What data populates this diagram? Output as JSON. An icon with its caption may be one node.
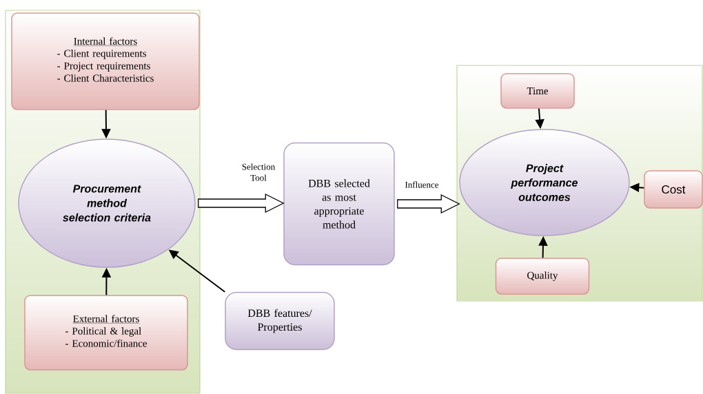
{
  "diagram": {
    "nodes": [
      {
        "text": [],
        "shape": "box"
      },
      {
        "text": [
          "Internal factors",
          "- Client requirements",
          "- Project requirements",
          "- Client Characteristics"
        ],
        "in": 0
      },
      {
        "text": [
          "Procurement method selection criteria"
        ],
        "in": 0
      },
      {
        "text": [
          "External factors",
          "- Political & legal",
          "- Economic/finance"
        ],
        "in": 0
      },
      {
        "text": [
          "DBB features/ Properties"
        ]
      },
      {
        "text": [
          "DBB selected as most appropriate method"
        ]
      },
      {
        "text": [],
        "shape": "box"
      },
      {
        "text": [
          "Project performance outcomes"
        ],
        "in": 6
      },
      {
        "text": [
          "Time"
        ],
        "in": 6
      },
      {
        "text": [
          "Cost"
        ],
        "in": 6
      },
      {
        "text": [
          "Quality"
        ],
        "in": 6
      }
    ],
    "edges": [
      {
        "from": 1,
        "to": 2,
        "arrow": "to"
      },
      {
        "from": 3,
        "to": 2,
        "arrow": "to"
      },
      {
        "from": 4,
        "to": 2,
        "arrow": "to"
      },
      {
        "from": 2,
        "to": 5,
        "arrow": "to",
        "label": "Selection Tool",
        "style": "thick"
      },
      {
        "from": 5,
        "to": 7,
        "arrow": "to",
        "label": "Influence",
        "style": "thick"
      },
      {
        "from": 8,
        "to": 7,
        "arrow": "to"
      },
      {
        "from": 9,
        "to": 7,
        "arrow": "to"
      },
      {
        "from": 10,
        "to": 7,
        "arrow": "to"
      }
    ]
  }
}
